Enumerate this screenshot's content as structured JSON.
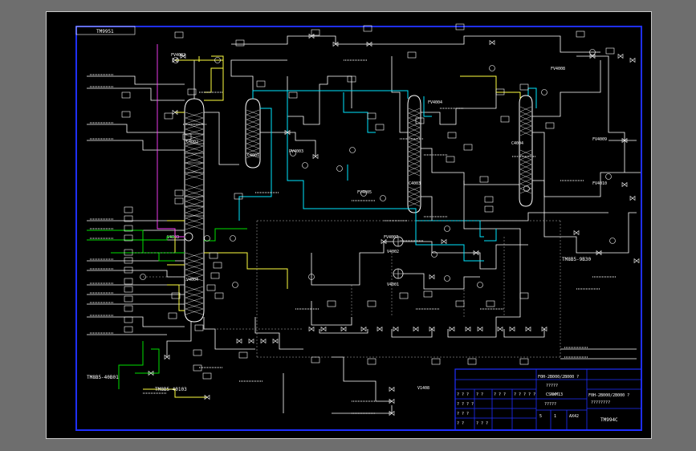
{
  "drawing": {
    "top_left_tag": "TM9951",
    "bottom_right_tag": "TM994C",
    "frame_color": "#1f2fff",
    "sheet_border_color": "#c8c8c8"
  },
  "line_colors": {
    "process": "#ffffff",
    "cooling": "#00e6ff",
    "steam": "#ffff40",
    "heating": "#00e000",
    "purge": "#ff40ff"
  },
  "equipment": {
    "column_1": "C4002",
    "column_1_lower": "V4004",
    "column_2": "C4001",
    "column_3": "C4003",
    "column_4": "C4004",
    "vessel_1": "V4002",
    "vessel_2": "V4001",
    "vessel_3": "V4003"
  },
  "stream_tags": {
    "inlet_1": "TM8B5-40B01",
    "inlet_2": "TM8B5-40103",
    "outlet_1": "TM8B5-9B30",
    "bottom_feed": "V1408"
  },
  "valve_tags": [
    "FV4002",
    "PV4003",
    "FV4005",
    "FV4007",
    "FV4004",
    "FV4008",
    "FV4009",
    "FV4010"
  ],
  "title_block": {
    "project": "F0H-2B000/2B000 ?",
    "line2": "?????",
    "line3": "CSNWM13",
    "rev": "?????",
    "drawing_no": "F0H-2B000/2B000 ?",
    "drawing_sub": "????????",
    "scale": "5",
    "sheet": "1",
    "format": "AX42",
    "cells": [
      "? ? ?",
      "? ?",
      "? ? ?",
      "? ? ? ? ?",
      "? ? ? ?",
      "? ? ?",
      "? ?",
      "? ? ?"
    ]
  }
}
